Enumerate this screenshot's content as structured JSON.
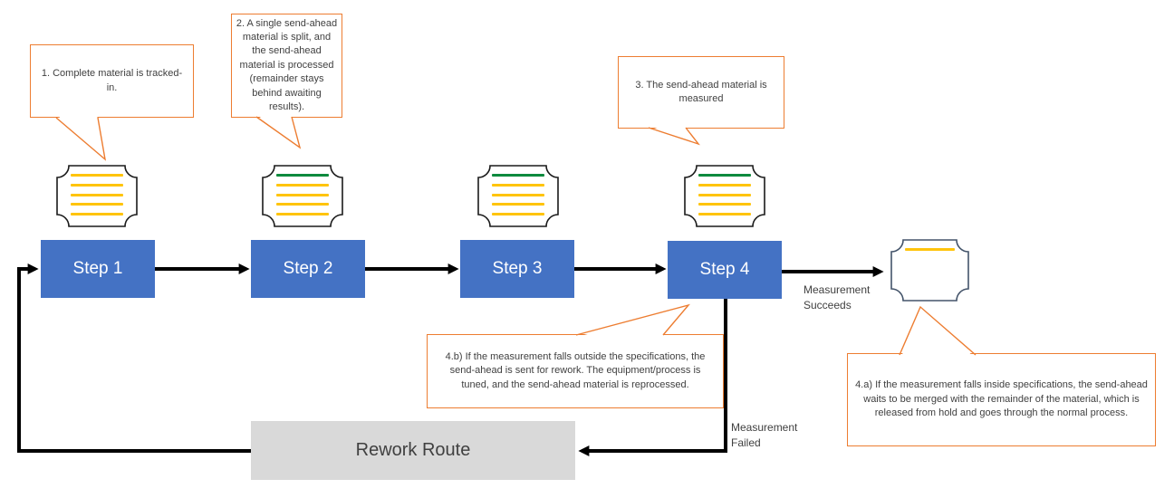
{
  "diagram": {
    "callouts": [
      {
        "id": "note-1",
        "text": "1. Complete material is tracked-in."
      },
      {
        "id": "note-2",
        "text": "2. A single send-ahead material is split, and the send-ahead material is processed (remainder stays behind awaiting results)."
      },
      {
        "id": "note-3",
        "text": "3. The send-ahead material is measured"
      },
      {
        "id": "note-4b",
        "text": "4.b) If the measurement falls outside the specifications, the send-ahead is sent for rework. The equipment/process is tuned, and the send-ahead material is reprocessed."
      },
      {
        "id": "note-4a",
        "text": "4.a) If the measurement falls inside specifications, the send-ahead waits to be merged with the remainder of the material, which is released from hold and goes through the normal process."
      }
    ],
    "steps": [
      {
        "label": "Step 1"
      },
      {
        "label": "Step 2"
      },
      {
        "label": "Step 3"
      },
      {
        "label": "Step 4"
      }
    ],
    "rework": {
      "label": "Rework Route"
    },
    "edge_labels": {
      "succeeds": "Measurement Succeeds",
      "failed": "Measurement Failed"
    },
    "icons": {
      "doc1": {
        "name": "document-icon",
        "lines": [
          "yellow",
          "yellow",
          "yellow",
          "yellow",
          "yellow"
        ]
      },
      "doc2": {
        "name": "document-icon",
        "lines": [
          "green",
          "yellow",
          "yellow",
          "yellow",
          "yellow"
        ]
      },
      "doc3": {
        "name": "document-icon",
        "lines": [
          "green",
          "yellow",
          "yellow",
          "yellow",
          "yellow"
        ]
      },
      "doc4": {
        "name": "document-icon",
        "lines": [
          "green",
          "yellow",
          "yellow",
          "yellow",
          "yellow"
        ]
      },
      "doc5": {
        "name": "document-icon",
        "lines": [
          "yellow"
        ]
      }
    }
  },
  "colors": {
    "step_fill": "#4472C4",
    "step_text": "#FFFFFF",
    "callout_border": "#ED7D31",
    "text_gray": "#404040",
    "rework_fill": "#D9D9D9",
    "line_yellow": "#FFC40C",
    "line_green": "#0E8A3E",
    "doc_border_dark": "#1A1A1A",
    "doc_border_slate": "#44546A",
    "connector": "#000000",
    "background": "#FFFFFF"
  }
}
